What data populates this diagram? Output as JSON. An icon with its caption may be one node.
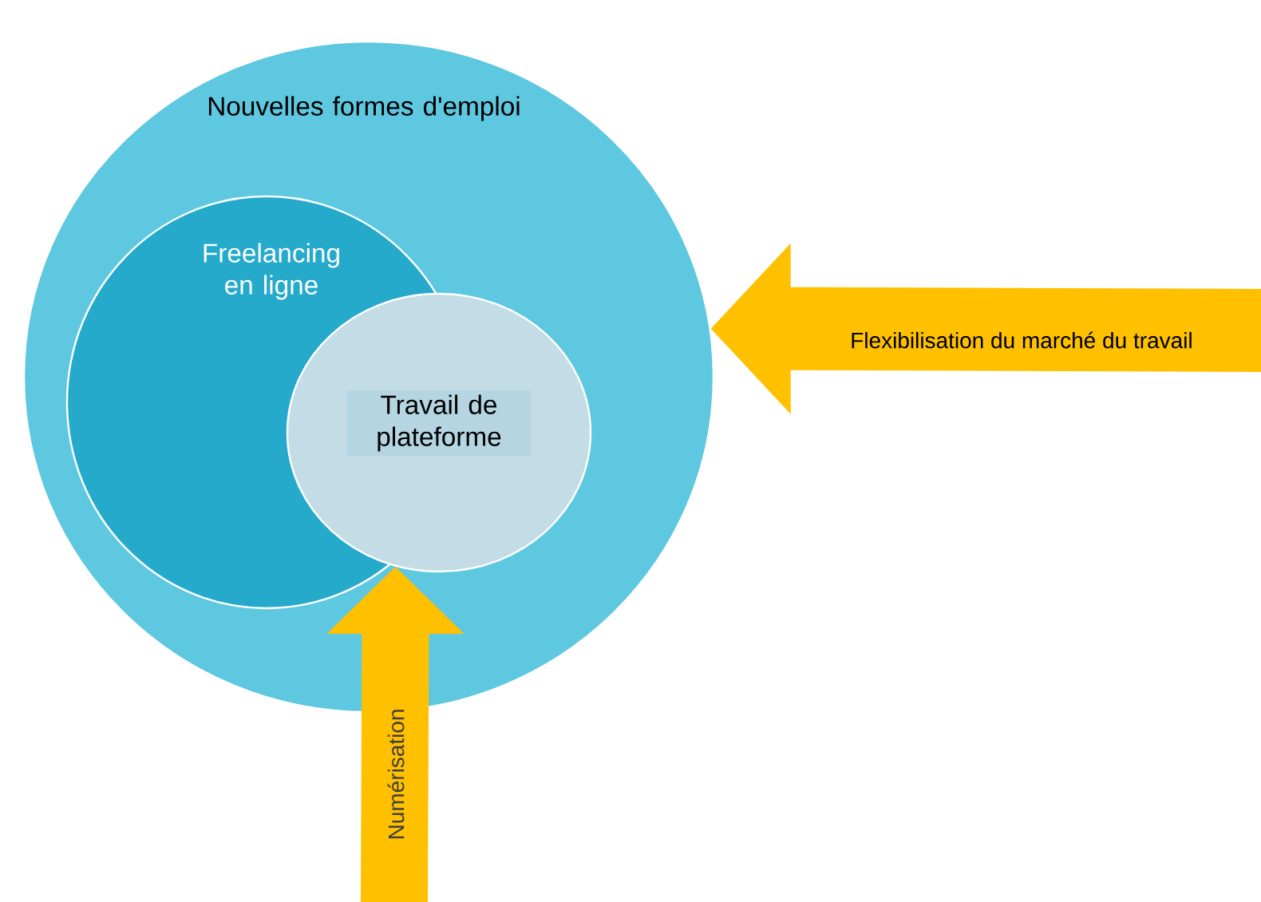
{
  "diagram": {
    "nodes": [
      {
        "text": [
          "Nouvelles formes d'emploi"
        ]
      },
      {
        "text": [
          "Freelancing en ligne"
        ],
        "in": 0
      },
      {
        "text": [
          "Travail de plateforme"
        ],
        "in": 0
      }
    ],
    "edges": [
      {
        "from": null,
        "to": 0,
        "arrow": "to",
        "label": "Flexibilisation du marché du travail"
      },
      {
        "from": null,
        "to": 2,
        "arrow": "to",
        "label": "Numérisation"
      }
    ]
  }
}
